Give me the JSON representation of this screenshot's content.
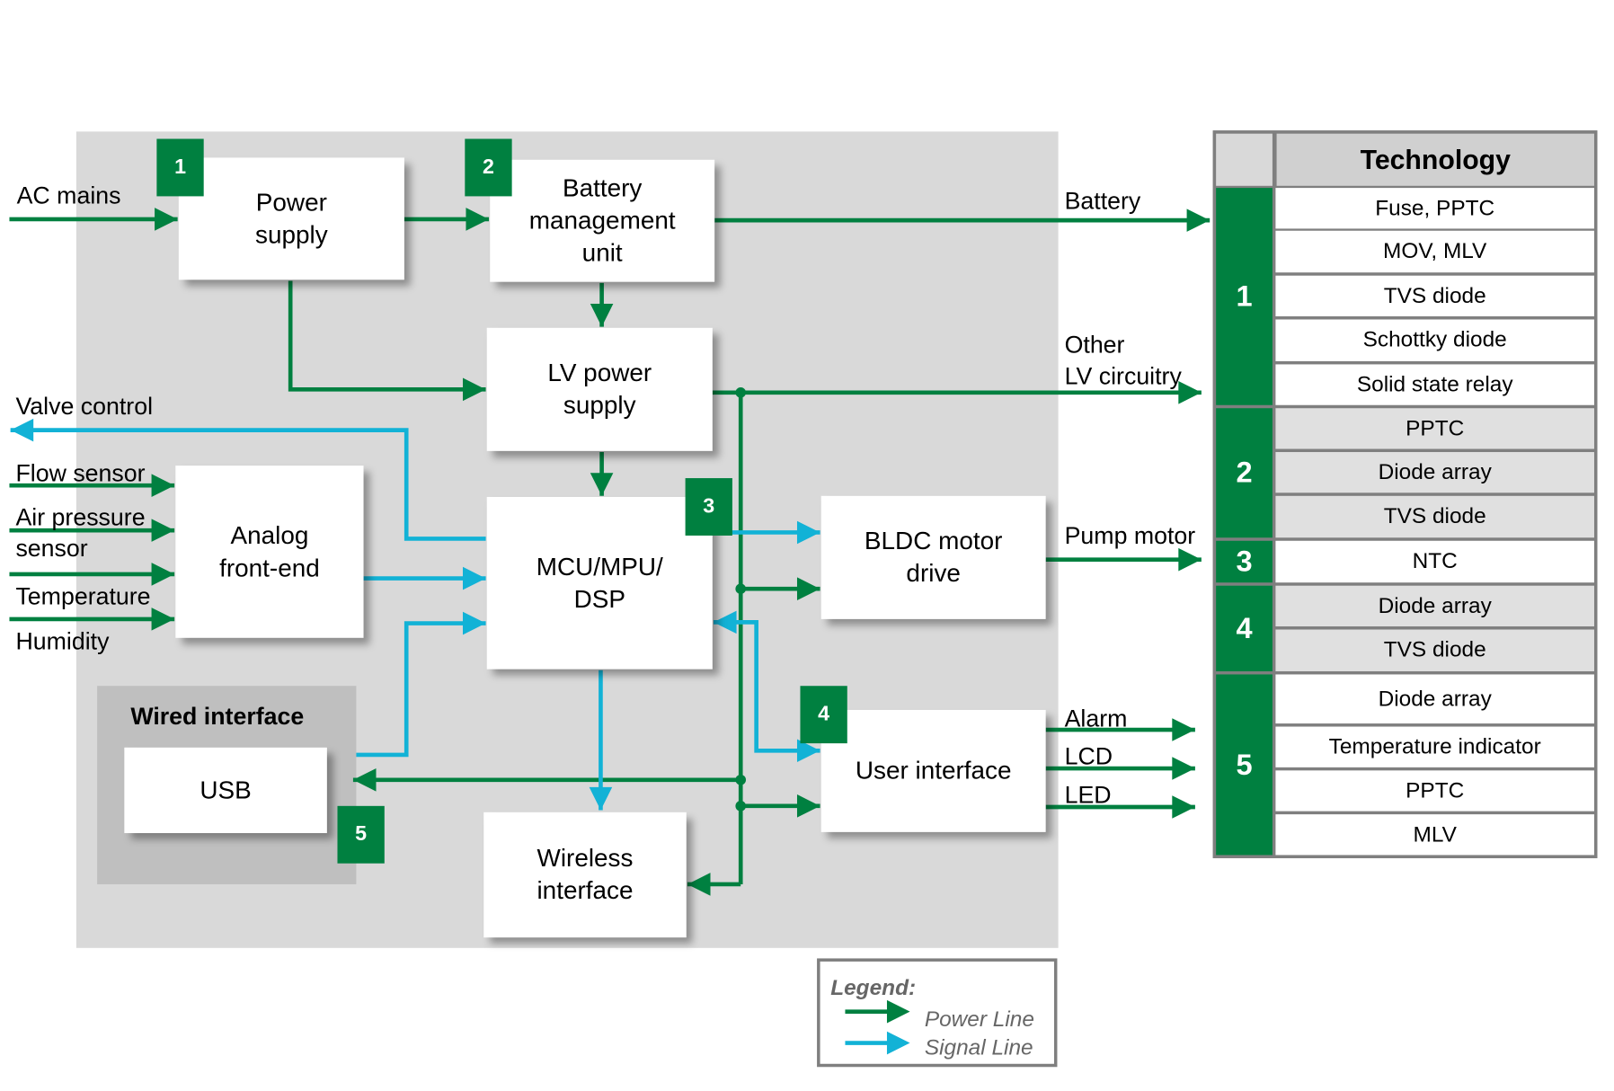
{
  "colors": {
    "power_line": "#008040",
    "signal_line": "#12b2d6",
    "badge": "#008040",
    "panel": "#d9d9d9",
    "wired_panel": "#bfbfbf"
  },
  "blocks": {
    "power_supply": "Power\nsupply",
    "battery_management": "Battery\nmanagement\nunit",
    "lv_power_supply": "LV power\nsupply",
    "analog_front_end": "Analog\nfront-end",
    "mcu": "MCU/MPU/\nDSP",
    "bldc": "BLDC motor\ndrive",
    "user_interface": "User interface",
    "usb": "USB",
    "wireless": "Wireless\ninterface"
  },
  "wired_interface_title": "Wired interface",
  "badges": [
    "1",
    "2",
    "3",
    "4",
    "5"
  ],
  "inputs": {
    "ac_mains": "AC mains",
    "valve_control": "Valve control",
    "flow_sensor": "Flow sensor",
    "air_pressure": "Air pressure\nsensor",
    "temperature": "Temperature",
    "humidity": "Humidity"
  },
  "outputs": {
    "battery": "Battery",
    "other_lv": "Other\nLV circuitry",
    "pump_motor": "Pump motor",
    "alarm": "Alarm",
    "lcd": "LCD",
    "led": "LED"
  },
  "technology_table": {
    "header": "Technology",
    "groups": [
      {
        "id": "1",
        "items": [
          "Fuse, PPTC",
          "MOV, MLV",
          "TVS diode",
          "Schottky diode",
          "Solid state relay"
        ]
      },
      {
        "id": "2",
        "items": [
          "PPTC",
          "Diode array",
          "TVS diode"
        ]
      },
      {
        "id": "3",
        "items": [
          "NTC"
        ]
      },
      {
        "id": "4",
        "items": [
          "Diode array",
          "TVS diode"
        ]
      },
      {
        "id": "5",
        "items": [
          "Diode array",
          "Temperature indicator",
          "PPTC",
          "MLV"
        ]
      }
    ]
  },
  "legend": {
    "title": "Legend:",
    "power_line": "Power Line",
    "signal_line": "Signal Line"
  }
}
